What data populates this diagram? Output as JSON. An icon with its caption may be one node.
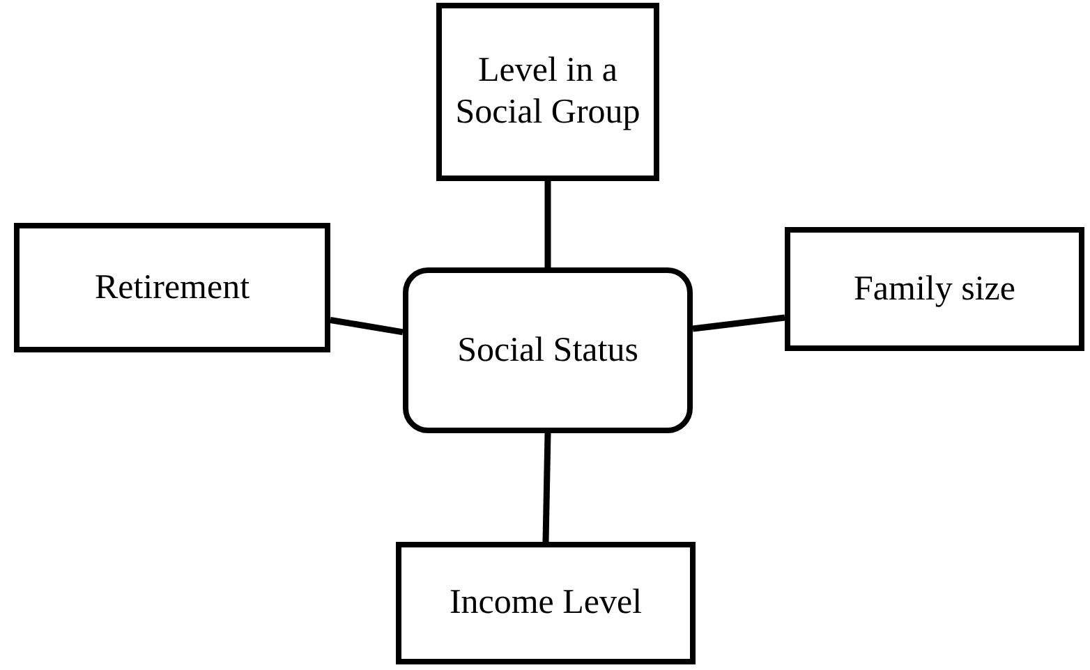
{
  "diagram": {
    "nodes": [
      {
        "text": [
          "Level in a Social Group"
        ]
      },
      {
        "text": [
          "Retirement"
        ]
      },
      {
        "text": [
          "Social Status"
        ]
      },
      {
        "text": [
          "Family size"
        ]
      },
      {
        "text": [
          "Income Level"
        ]
      }
    ],
    "edges": [
      {
        "from": 2,
        "to": 0,
        "arrow": "none"
      },
      {
        "from": 2,
        "to": 1,
        "arrow": "none"
      },
      {
        "from": 2,
        "to": 3,
        "arrow": "none"
      },
      {
        "from": 2,
        "to": 4,
        "arrow": "none"
      }
    ]
  }
}
